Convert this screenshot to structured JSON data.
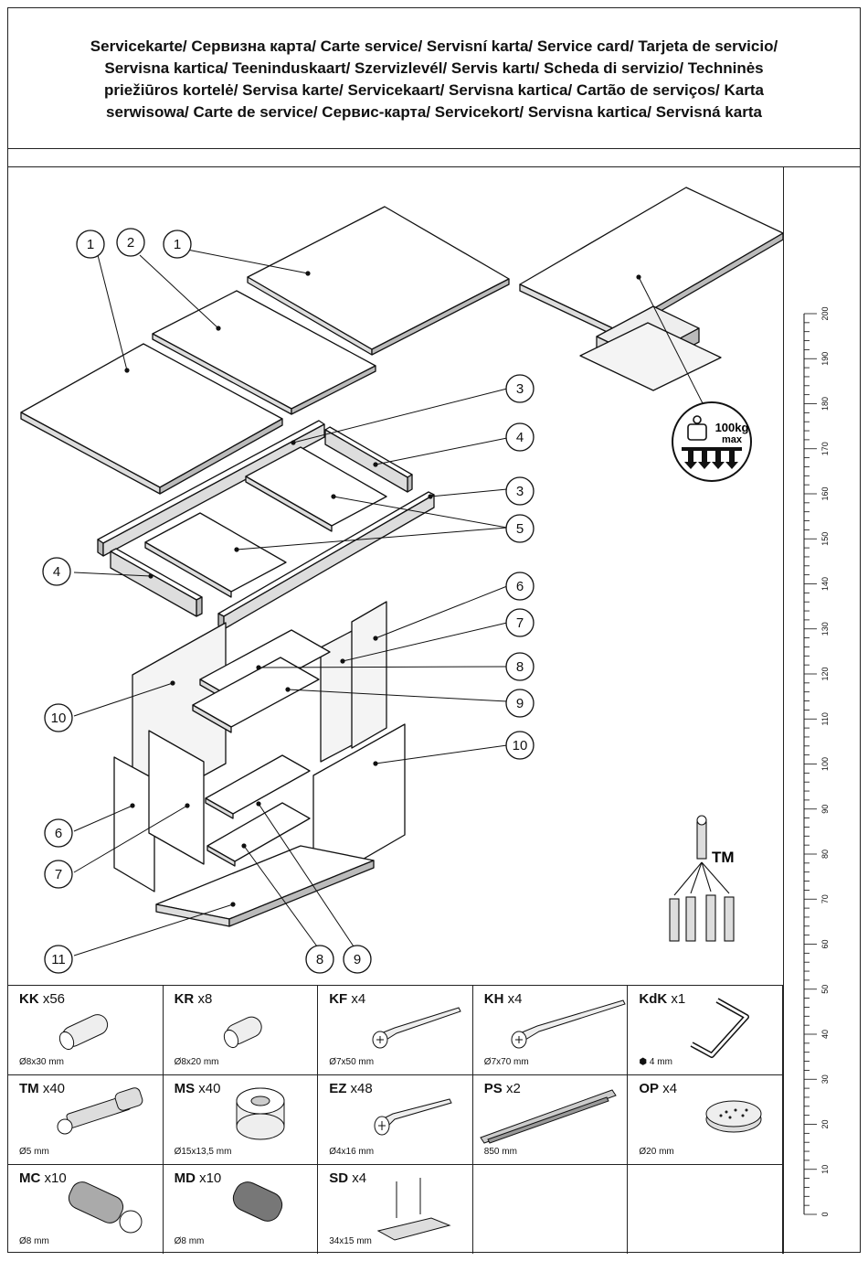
{
  "header": {
    "title_lines": [
      "Servicekarte/ Сервизна карта/ Carte  service/ Servisní karta/ Service card/ Tarjeta de servicio/",
      "Servisna kartica/ Teeninduskaart/   Szervizlevél/ Servis kartı/ Scheda di servizio/ Techninės",
      "priežiūros kortelė/ Servisa karte/   Servicekaart/ Servisna kartica/ Cartão de serviços/ Karta",
      "serwisowa/ Carte de service/ Сервис-карта/  Servicekort/ Servisna kartica/ Servisná karta"
    ]
  },
  "diagram": {
    "callouts": [
      "1",
      "2",
      "1",
      "3",
      "4",
      "3",
      "5",
      "4",
      "6",
      "7",
      "8",
      "9",
      "10",
      "10",
      "6",
      "7",
      "11",
      "8",
      "9"
    ],
    "load_label": "100kg",
    "load_sub": "max",
    "tm_label": "TM"
  },
  "ruler": {
    "labels": [
      "200",
      "190",
      "180",
      "170",
      "160",
      "150",
      "140",
      "130",
      "120",
      "110",
      "100",
      "90",
      "80",
      "70",
      "60",
      "50",
      "40",
      "30",
      "20",
      "10",
      "0"
    ]
  },
  "parts": [
    {
      "code": "KK",
      "qty": "x56",
      "dim": "Ø8x30 mm",
      "icon": "dowel-icon"
    },
    {
      "code": "KR",
      "qty": "x8",
      "dim": "Ø8x20 mm",
      "icon": "short-dowel-icon"
    },
    {
      "code": "KF",
      "qty": "x4",
      "dim": "Ø7x50 mm",
      "icon": "confirmat-screw-icon"
    },
    {
      "code": "KH",
      "qty": "x4",
      "dim": "Ø7x70 mm",
      "icon": "long-confirmat-screw-icon"
    },
    {
      "code": "KdK",
      "qty": "x1",
      "dim": "4 mm",
      "icon": "allen-key-icon"
    },
    {
      "code": "TM",
      "qty": "x40",
      "dim": "Ø5 mm",
      "icon": "cam-bolt-icon"
    },
    {
      "code": "MS",
      "qty": "x40",
      "dim": "Ø15x13,5 mm",
      "icon": "cam-lock-icon"
    },
    {
      "code": "EZ",
      "qty": "x48",
      "dim": "Ø4x16 mm",
      "icon": "wood-screw-icon"
    },
    {
      "code": "PS",
      "qty": "x2",
      "dim": "850 mm",
      "icon": "drawer-slide-icon"
    },
    {
      "code": "OP",
      "qty": "x4",
      "dim": "Ø20 mm",
      "icon": "felt-pad-icon"
    },
    {
      "code": "MC",
      "qty": "x10",
      "dim": "Ø8 mm",
      "icon": "threaded-insert-icon"
    },
    {
      "code": "MD",
      "qty": "x10",
      "dim": "Ø8 mm",
      "icon": "insert-sleeve-icon"
    },
    {
      "code": "SD",
      "qty": "x4",
      "dim": "34x15 mm",
      "icon": "nail-glide-icon"
    }
  ]
}
